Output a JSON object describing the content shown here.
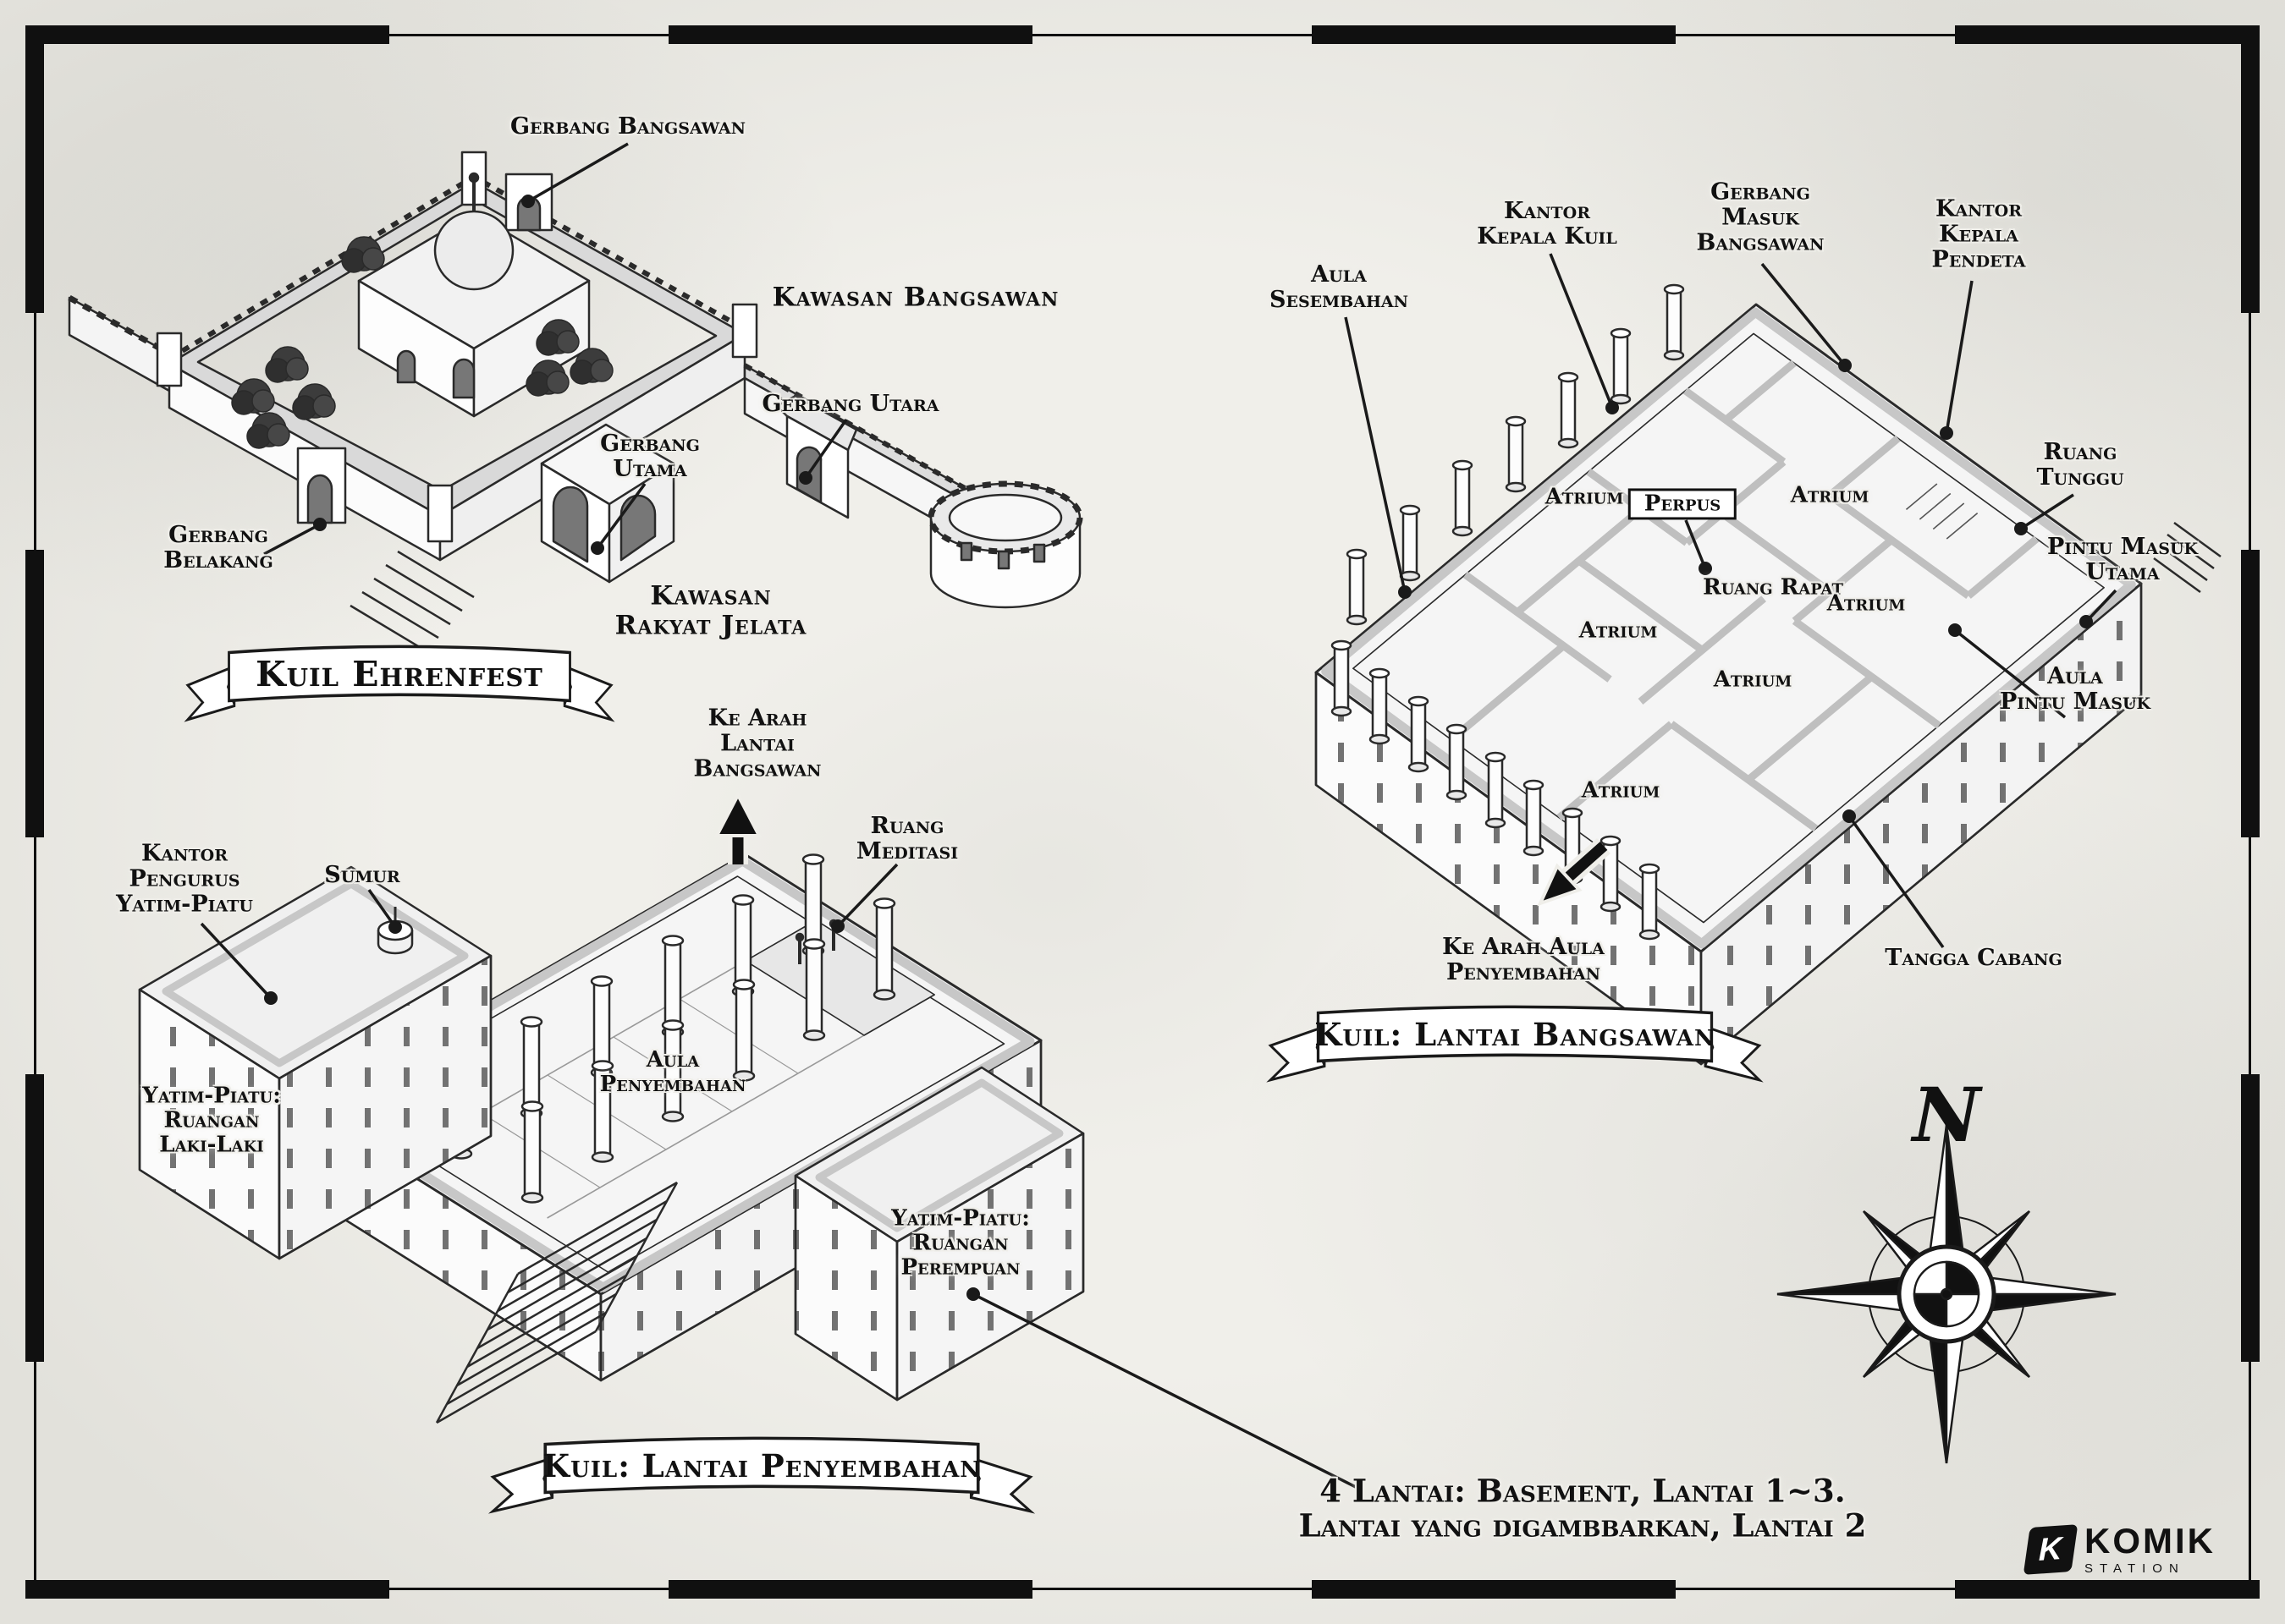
{
  "temple": {
    "banner": "Kuil Ehrenfest",
    "labels": {
      "gerbang_bangsawan": [
        "Gerbang Bangsawan"
      ],
      "kawasan_bangsawan": [
        "Kawasan Bangsawan"
      ],
      "gerbang_utara": [
        "Gerbang Utara"
      ],
      "gerbang_utama": [
        "Gerbang",
        "Utama"
      ],
      "gerbang_belakang": [
        "Gerbang",
        "Belakang"
      ],
      "kawasan_rakyat_jelata": [
        "Kawasan",
        "Rakyat Jelata"
      ]
    }
  },
  "noble_floor": {
    "banner": "Kuil: Lantai Bangsawan",
    "labels": {
      "aula_sesembahan": [
        "Aula",
        "Sesembahan"
      ],
      "kantor_kepala_kuil": [
        "Kantor",
        "Kepala Kuil"
      ],
      "gerbang_masuk_bangsawan": [
        "Gerbang",
        "Masuk",
        "Bangsawan"
      ],
      "kantor_kepala_pendeta": [
        "Kantor",
        "Kepala",
        "Pendeta"
      ],
      "ruang_tunggu": [
        "Ruang",
        "Tunggu"
      ],
      "pintu_masuk_utama": [
        "Pintu Masuk",
        "Utama"
      ],
      "aula_pintu_masuk": [
        "Aula",
        "Pintu Masuk"
      ],
      "tangga_cabang": [
        "Tangga Cabang"
      ],
      "ke_arah_aula_penyembahan": [
        "Ke Arah Aula",
        "Penyembahan"
      ],
      "perpus": "Perpus",
      "ruang_rapat": "Ruang Rapat",
      "atrium": "Atrium"
    }
  },
  "worship_floor": {
    "banner": "Kuil: Lantai Penyembahan",
    "labels": {
      "kantor_pengurus_yatim_piatu": [
        "Kantor",
        "Pengurus",
        "Yatim-Piatu"
      ],
      "sumur": [
        "Sumur"
      ],
      "ke_arah_lantai_bangsawan": [
        "Ke Arah",
        "Lantai",
        "Bangsawan"
      ],
      "ruang_meditasi": [
        "Ruang",
        "Meditasi"
      ],
      "yatim_piatu_laki": [
        "Yatim-Piatu:",
        "Ruangan",
        "Laki-Laki"
      ],
      "aula_penyembahan": [
        "Aula",
        "Penyembahan"
      ],
      "yatim_piatu_perempuan": [
        "Yatim-Piatu:",
        "Ruangan",
        "Perempuan"
      ]
    }
  },
  "compass": {
    "north": "N"
  },
  "footnote": {
    "lines": [
      "4 Lantai: Basement, Lantai 1~3.",
      "Lantai yang digambbarkan, Lantai 2"
    ]
  },
  "logo": {
    "initial": "K",
    "name": "KOMIK",
    "sub": "STATION"
  },
  "colors": {
    "ink": "#1a1a1a",
    "paper": "#eceae4",
    "wall_gray": "#c7c7c7"
  }
}
